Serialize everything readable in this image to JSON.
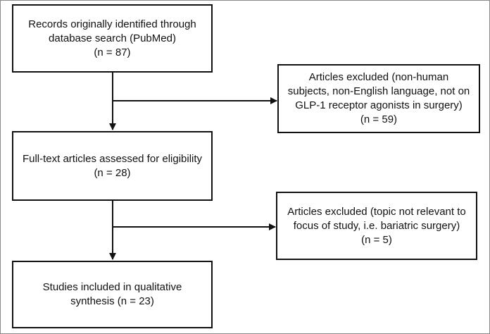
{
  "diagram": {
    "box1": {
      "lines": [
        "Records originally identified through",
        "database search (PubMed)",
        "(n = 87)"
      ]
    },
    "exclusion1": {
      "lines": [
        "Articles excluded (non-human",
        "subjects, non-English language, not on",
        "GLP-1 receptor agonists in surgery)",
        "(n = 59)"
      ]
    },
    "box2": {
      "lines": [
        "Full-text articles assessed for eligibility",
        "(n = 28)"
      ]
    },
    "exclusion2": {
      "lines": [
        "Articles excluded (topic not  relevant to",
        "focus of study, i.e. bariatric surgery)",
        "(n = 5)"
      ]
    },
    "box3": {
      "lines": [
        "Studies included in qualitative",
        "synthesis (n = 23)"
      ]
    }
  }
}
